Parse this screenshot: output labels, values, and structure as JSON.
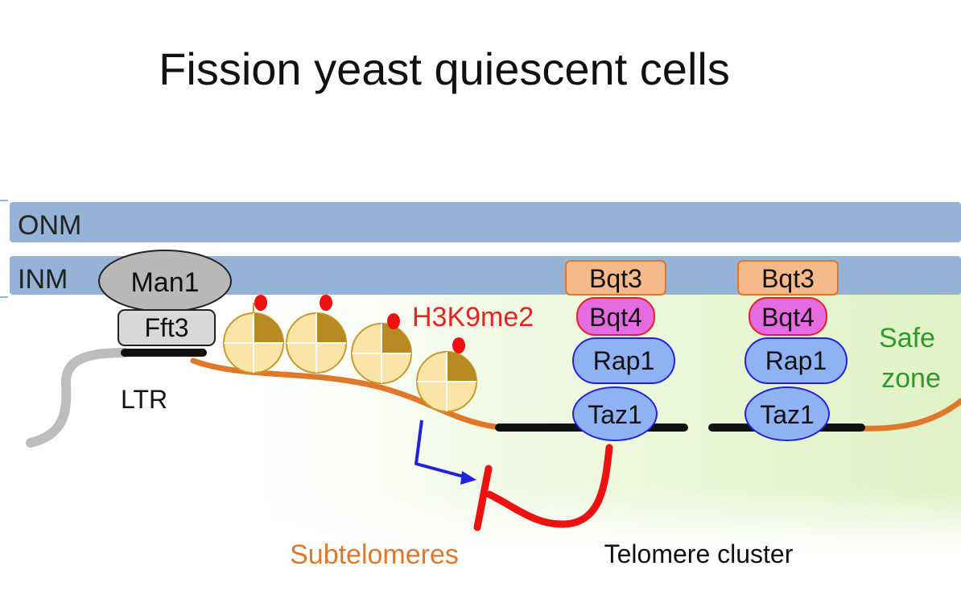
{
  "title": "Fission yeast quiescent cells",
  "membranes": {
    "outer": "ONM",
    "inner": "INM"
  },
  "left_complex": {
    "man1": "Man1",
    "fft3": "Fft3",
    "ltr": "LTR"
  },
  "modification_label": "H3K9me2",
  "telomere_complexes": [
    {
      "bqt3": "Bqt3",
      "bqt4": "Bqt4",
      "rap1": "Rap1",
      "taz1": "Taz1"
    },
    {
      "bqt3": "Bqt3",
      "bqt4": "Bqt4",
      "rap1": "Rap1",
      "taz1": "Taz1"
    }
  ],
  "safe_zone": {
    "line1": "Safe",
    "line2": "zone"
  },
  "bottom_labels": {
    "subtelomeres": "Subtelomeres",
    "telomere_cluster": "Telomere cluster"
  },
  "colors": {
    "membrane": "#94b3d6",
    "safe_zone": "#e6f5cf",
    "chromatin": "#e0782a",
    "telomere_dna": "#111111",
    "ltr_dna": "#bdbdbd",
    "bqt3": "#f5b98a",
    "bqt4": "#e46be0",
    "rap1_taz1": "#8fb2f4",
    "man1": "#b8b8b8",
    "fft3": "#d8d8d8",
    "methyl_mark": "#ee1111",
    "title_text": "#111111",
    "red_text": "#e62323",
    "orange_text": "#e0782a",
    "green_text": "#2f9a2a",
    "arrow_blue": "#2222dd",
    "inhibit_red": "#ee1111"
  }
}
